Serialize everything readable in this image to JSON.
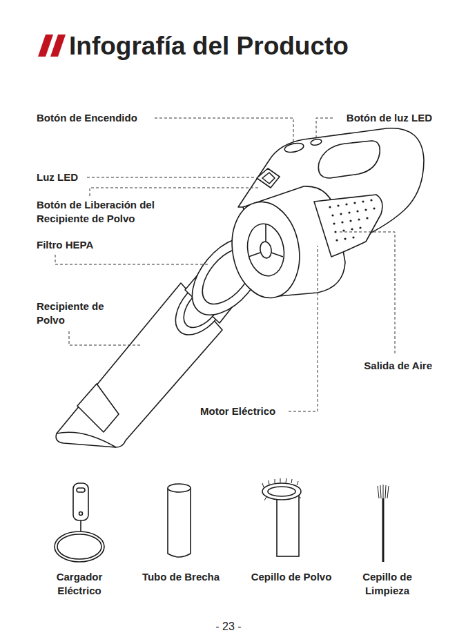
{
  "diagram": {
    "title": "Infografía del Producto",
    "labels": [
      "Botón de Encendido",
      "Botón de luz LED",
      "Luz LED",
      "Botón de Liberación del Recipiente de Polvo",
      "Filtro HEPA",
      "Recipiente de Polvo",
      "Salida de Aire",
      "Motor Eléctrico",
      "Cargador Eléctrico",
      "Tubo de Brecha",
      "Cepillo de Polvo",
      "Cepillo de Limpieza",
      "- 23 -"
    ]
  }
}
